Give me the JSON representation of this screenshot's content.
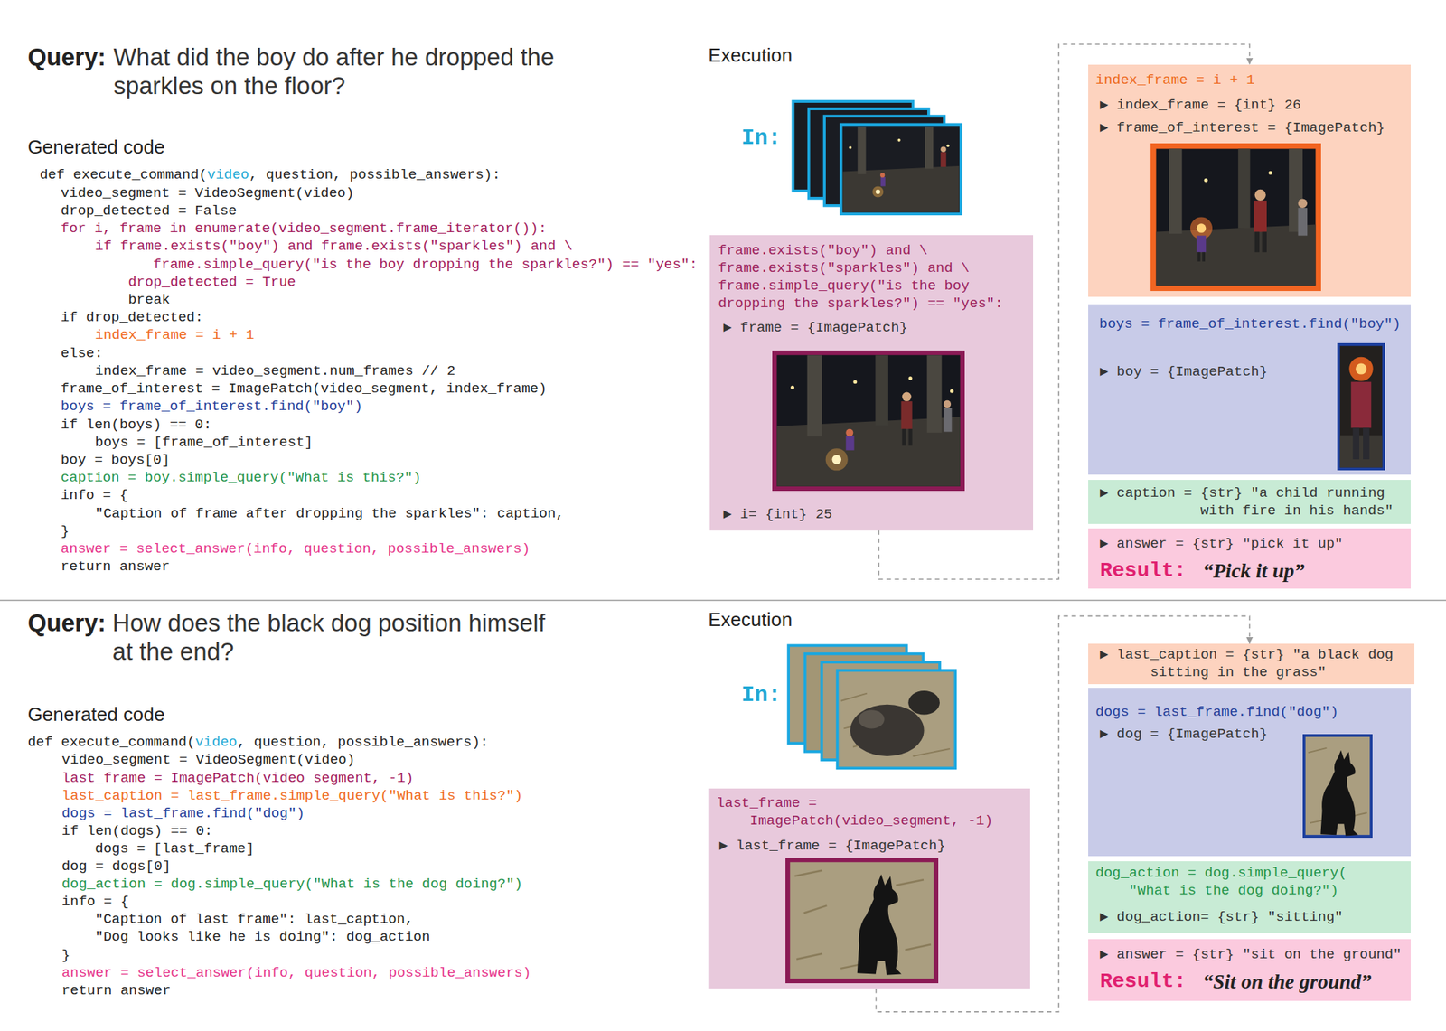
{
  "diagram": {
    "nodes": [
      {
        "text": [
          "frame.exists(\"boy\") and \\ frame.exists(\"sparkles\") and \\ frame.simple_query(\"is the boy dropping the sparkles?\") == \"yes\":",
          "▶ frame = {ImagePatch}",
          "▶ i= {int} 25"
        ]
      },
      {
        "text": [
          "index_frame = i + 1",
          "▶ index_frame = {int} 26",
          "▶ frame_of_interest = {ImagePatch}"
        ]
      },
      {
        "text": [
          "boys = frame_of_interest.find(\"boy\")",
          "▶ boy = {ImagePatch}"
        ]
      },
      {
        "text": [
          "▶ caption = {str} \"a child running with fire in his hands\""
        ]
      },
      {
        "text": [
          "▶ answer = {str} \"pick it up\"",
          "Result:",
          "“Pick it up”"
        ]
      },
      {
        "text": [
          "last_frame = ImagePatch(video_segment, -1)",
          "▶ last_frame = {ImagePatch}"
        ]
      },
      {
        "text": [
          "▶ last_caption = {str} \"a black dog sitting in the grass\""
        ]
      },
      {
        "text": [
          "dogs = last_frame.find(\"dog\")",
          "▶ dog = {ImagePatch}"
        ]
      },
      {
        "text": [
          "dog_action = dog.simple_query( \"What is the dog doing?\")",
          "▶ dog_action= {str} \"sitting\""
        ]
      },
      {
        "text": [
          "▶ answer = {str} \"sit on the ground\"",
          "Result:",
          "“Sit on the ground”"
        ]
      }
    ],
    "edges": [
      {
        "from": 0,
        "to": 1,
        "arrow": "to"
      },
      {
        "from": 5,
        "to": 6,
        "arrow": "to"
      }
    ],
    "labels": [
      "Query:",
      "What did the boy do after he dropped the sparkles on the floor?",
      "Generated code",
      "def execute_command(",
      "video",
      ", question, possible_answers):",
      "video_segment = VideoSegment(video)",
      "drop_detected = False",
      "for i, frame in enumerate(video_segment.frame_iterator()):",
      "if frame.exists(\"boy\") and frame.exists(\"sparkles\") and \\",
      "frame.simple_query(\"is the boy dropping the sparkles?\") == \"yes\":",
      "drop_detected = True",
      "break",
      "if drop_detected:",
      "index_frame = i + 1",
      "else:",
      "index_frame = video_segment.num_frames // 2",
      "frame_of_interest = ImagePatch(video_segment, index_frame)",
      "boys = frame_of_interest.find(\"boy\")",
      "if len(boys) == 0:",
      "boys = [frame_of_interest]",
      "boy = boys[0]",
      "caption = boy.simple_query(\"What is this?\")",
      "info = {",
      "\"Caption of frame after dropping the sparkles\": caption,",
      "}",
      "answer = select_answer(info, question, possible_answers)",
      "return answer",
      "Execution",
      "In:",
      "Query:",
      "How does the black dog position himself at the end?",
      "Generated code",
      "def execute_command(",
      "video",
      ", question, possible_answers):",
      "video_segment = VideoSegment(video)",
      "last_frame = ImagePatch(video_segment, -1)",
      "last_caption = last_frame.simple_query(\"What is this?\")",
      "dogs = last_frame.find(\"dog\")",
      "if len(dogs) == 0:",
      "dogs = [last_frame]",
      "dog = dogs[0]",
      "dog_action = dog.simple_query(\"What is the dog doing?\")",
      "info = {",
      "\"Caption of last frame\": last_caption,",
      "\"Dog looks like he is doing\": dog_action",
      "}",
      "answer = select_answer(info, question, possible_answers)",
      "return answer",
      "Execution",
      "In:"
    ]
  }
}
